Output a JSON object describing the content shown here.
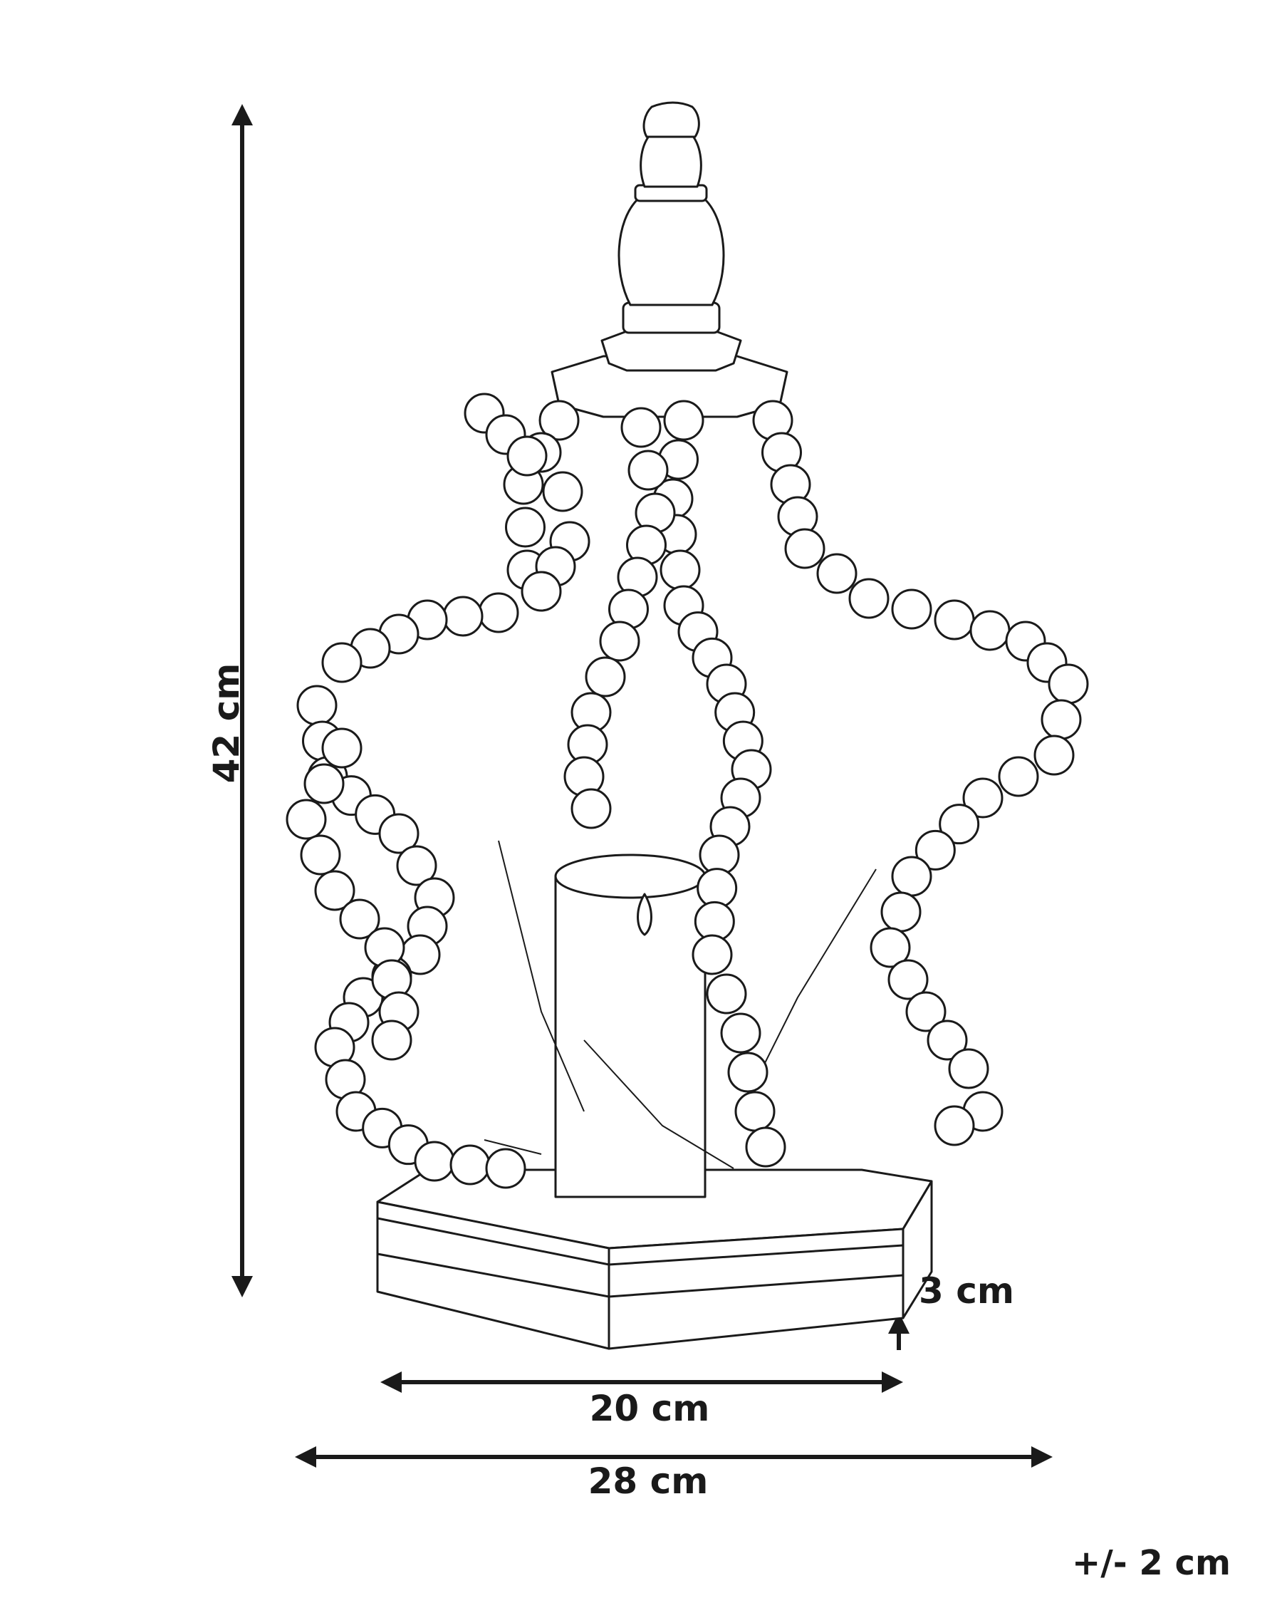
{
  "dimensions": {
    "height": "42 cm",
    "base_height": "3 cm",
    "base_width": "20 cm",
    "total_width": "28 cm",
    "tolerance": "+/- 2 cm"
  },
  "colors": {
    "line": "#1a1a1a",
    "background": "#ffffff"
  }
}
